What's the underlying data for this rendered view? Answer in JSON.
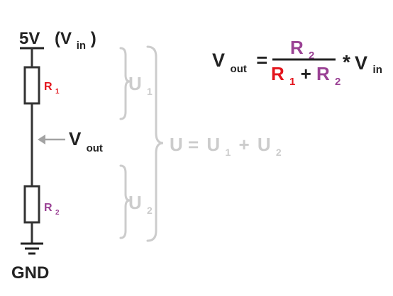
{
  "colors": {
    "ink": "#222222",
    "red": "#e3141c",
    "purple": "#9a4194",
    "gray": "#cccccc",
    "arrow": "#a3a3a3"
  },
  "circuit": {
    "supply": {
      "main": "5V",
      "open": "(V",
      "sub": "in",
      "close": ")"
    },
    "ground": "GND",
    "r1": {
      "main": "R",
      "sub": "1"
    },
    "r2": {
      "main": "R",
      "sub": "2"
    },
    "vout": {
      "main": "V",
      "sub": "out"
    }
  },
  "voltages": {
    "u1": {
      "main": "U",
      "sub": "1"
    },
    "u2": {
      "main": "U",
      "sub": "2"
    },
    "sum": {
      "lhs": "U =",
      "a_main": "U",
      "a_sub": "1",
      "plus": "+",
      "b_main": "U",
      "b_sub": "2"
    }
  },
  "formula": {
    "lhs_main": "V",
    "lhs_sub": "out",
    "equals": "=",
    "num_main": "R",
    "num_sub": "2",
    "den_a_main": "R",
    "den_a_sub": "1",
    "den_plus": "+",
    "den_b_main": "R",
    "den_b_sub": "2",
    "times": "*",
    "vin_main": "V",
    "vin_sub": "in"
  }
}
